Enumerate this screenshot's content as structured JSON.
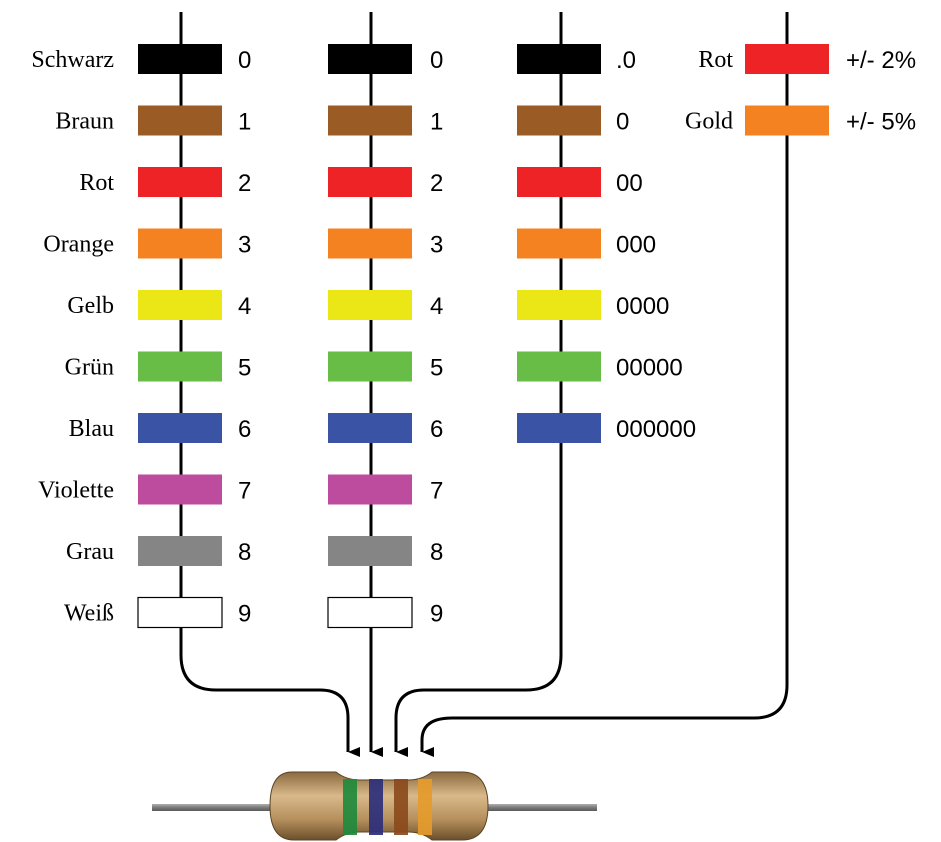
{
  "colors": [
    {
      "name": "Schwarz",
      "hex": "#000000"
    },
    {
      "name": "Braun",
      "hex": "#9a5b24"
    },
    {
      "name": "Rot",
      "hex": "#ee2326"
    },
    {
      "name": "Orange",
      "hex": "#f58220"
    },
    {
      "name": "Gelb",
      "hex": "#ebe616"
    },
    {
      "name": "Grün",
      "hex": "#67bd45"
    },
    {
      "name": "Blau",
      "hex": "#3a53a4"
    },
    {
      "name": "Violette",
      "hex": "#be4c9e"
    },
    {
      "name": "Grau",
      "hex": "#858585"
    },
    {
      "name": "Weiß",
      "hex": "#ffffff"
    }
  ],
  "column1_digits": [
    "0",
    "1",
    "2",
    "3",
    "4",
    "5",
    "6",
    "7",
    "8",
    "9"
  ],
  "column2_digits": [
    "0",
    "1",
    "2",
    "3",
    "4",
    "5",
    "6",
    "7",
    "8",
    "9"
  ],
  "multiplier_labels": [
    ".0",
    "0",
    "00",
    "000",
    "0000",
    "00000",
    "000000"
  ],
  "tolerance": [
    {
      "name": "Rot",
      "hex": "#ee2326",
      "label": "+/- 2%"
    },
    {
      "name": "Gold",
      "hex": "#f58220",
      "label": "+/- 5%"
    }
  ],
  "resistor": {
    "body_color": "#c9a46c",
    "lead_color": "#8a8a8a",
    "band_colors": [
      "#1f8a3c",
      "#2d2f7c",
      "#8b4a1c",
      "#e59b2c"
    ]
  },
  "line_color": "#000000",
  "white_swatch_border": "#000000"
}
